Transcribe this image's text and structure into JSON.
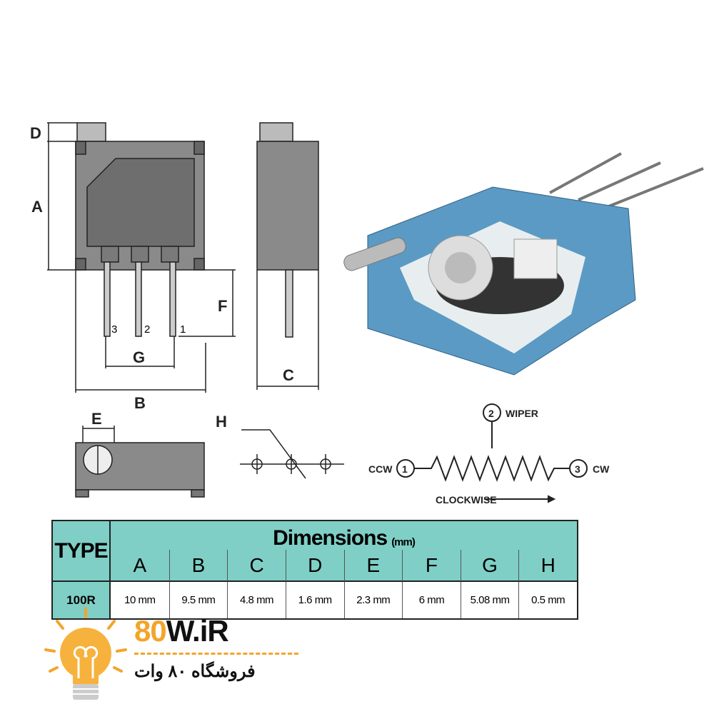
{
  "drawing": {
    "labels": {
      "A": "A",
      "B": "B",
      "C": "C",
      "D": "D",
      "E": "E",
      "F": "F",
      "G": "G",
      "H": "H"
    },
    "pins": [
      "3",
      "2",
      "1"
    ]
  },
  "schematic": {
    "wiper_num": "2",
    "wiper": "WIPER",
    "ccw_num": "1",
    "ccw": "CCW",
    "cw_num": "3",
    "cw": "CW",
    "clockwise": "CLOCKWISE"
  },
  "table": {
    "type_header": "TYPE",
    "title": "Dimensions",
    "unit": "(mm)",
    "columns": [
      "A",
      "B",
      "C",
      "D",
      "E",
      "F",
      "G",
      "H"
    ],
    "row": {
      "type": "100R",
      "values": [
        "10 mm",
        "9.5 mm",
        "4.8 mm",
        "1.6 mm",
        "2.3 mm",
        "6 mm",
        "5.08 mm",
        "0.5 mm"
      ]
    }
  },
  "logo": {
    "brand_a": "80",
    "brand_b": "W.iR",
    "tagline": "فروشگاه ۸۰ وات"
  },
  "colors": {
    "teal": "#7fcfc6",
    "body": "#8a8a8a",
    "accent": "#f3a52a",
    "blue": "#5b9ac4"
  }
}
